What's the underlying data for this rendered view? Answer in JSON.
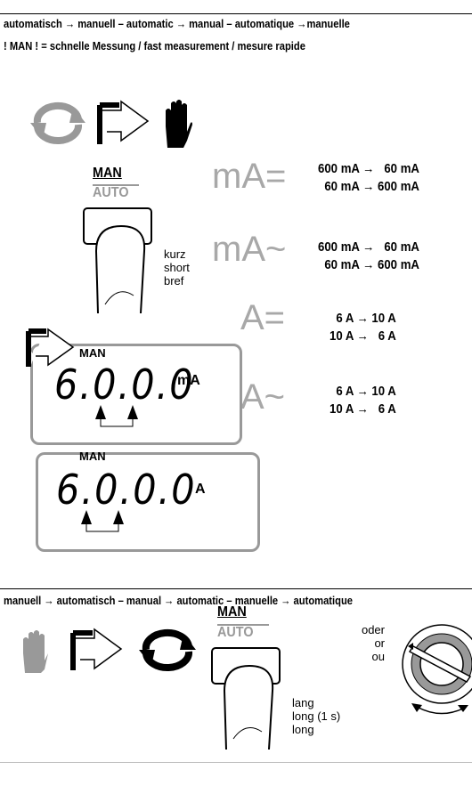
{
  "header_top": "automatisch → manuell – automatic → manual – automatique →manuelle",
  "subheader": "! MAN ! = schnelle Messung / fast measurement / mesure rapide",
  "man_label": "MAN",
  "auto_label": "AUTO",
  "press_short": "kurz\nshort\nbref",
  "measurements": [
    {
      "symbol": "mA=",
      "ranges": "600 mA →   60 mA\n  60 mA → 600 mA"
    },
    {
      "symbol": "mA~",
      "ranges": "600 mA →   60 mA\n  60 mA → 600 mA"
    },
    {
      "symbol": "A=",
      "ranges": "  6 A → 10 A\n10 A →   6 A"
    },
    {
      "symbol": "A~",
      "ranges": "  6 A → 10 A\n10 A →   6 A"
    }
  ],
  "display1": {
    "man": "MAN",
    "digits": "6.0.0.0",
    "unit": "mA"
  },
  "display2": {
    "man": "MAN",
    "digits": "6.0.0.0",
    "unit": "A"
  },
  "header_bottom": "manuell → automatisch – manual → automatic – manuelle → automatique",
  "man_label_2": "MAN",
  "auto_label_2": "AUTO",
  "press_long": "lang\nlong (1 s)\nlong",
  "oder": "oder\nor\nou",
  "colors": {
    "grey": "#999999",
    "black": "#000000"
  }
}
